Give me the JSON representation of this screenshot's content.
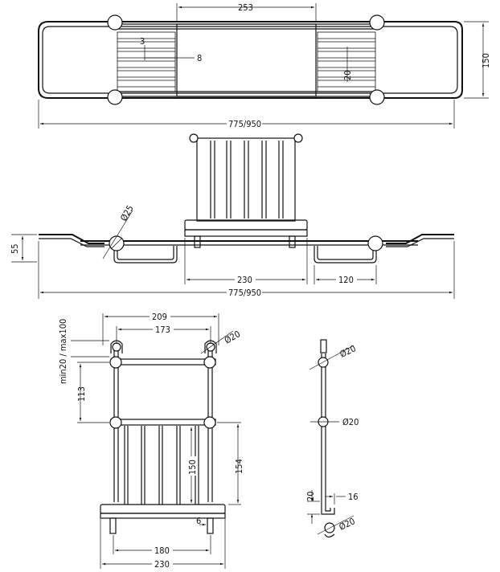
{
  "dimensions": {
    "top_view": {
      "center_width": "253",
      "slat_spacing": "3",
      "slat_count": "8",
      "slat_width": "20",
      "depth": "150",
      "overall_length": "775/950"
    },
    "side_view": {
      "ball_diameter": "Ø25",
      "height": "55",
      "tray_width": "230",
      "arm_width": "120",
      "overall_length": "775/950"
    },
    "front_view": {
      "outer_width": "209",
      "inner_width": "173",
      "ball_diameter": "Ø20",
      "adjust_range": "min20 / max100",
      "rail_spacing": "113",
      "slat_height": "150",
      "stand_height": "154",
      "foot_width": "6",
      "tray_inner": "180",
      "tray_outer": "230"
    },
    "side_profile": {
      "top_ball": "Ø20",
      "mid_ball": "Ø20",
      "bottom_ball": "Ø20",
      "hook_width": "16",
      "hook_height": "20"
    }
  }
}
